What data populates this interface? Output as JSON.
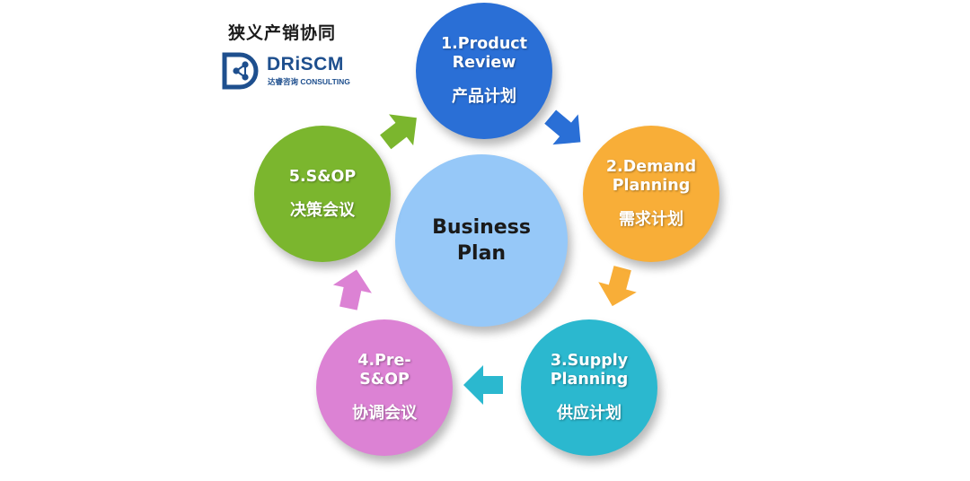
{
  "title": "狭义产销协同",
  "logo": {
    "word": "DRiSCM",
    "sub": "达睿咨询 CONSULTING",
    "color": "#1e4f8e"
  },
  "center": {
    "line1": "Business",
    "line2": "Plan",
    "color": "#96c8f8"
  },
  "steps": [
    {
      "en1": "1.Product",
      "en2": "Review",
      "zh": "产品计划",
      "color": "#2a6fd6"
    },
    {
      "en1": "2.Demand",
      "en2": "Planning",
      "zh": "需求计划",
      "color": "#f8ae38"
    },
    {
      "en1": "3.Supply",
      "en2": "Planning",
      "zh": "供应计划",
      "color": "#2bb8cf"
    },
    {
      "en1": "4.Pre-",
      "en2": "S&OP",
      "zh": "协调会议",
      "color": "#dc82d4"
    },
    {
      "en1": "5.S&OP",
      "en2": "",
      "zh": "决策会议",
      "color": "#7bb62e"
    }
  ],
  "arrows": [
    {
      "from": "step-1",
      "to": "step-2",
      "color": "#2a6fd6"
    },
    {
      "from": "step-2",
      "to": "step-3",
      "color": "#f8ae38"
    },
    {
      "from": "step-3",
      "to": "step-4",
      "color": "#2bb8cf"
    },
    {
      "from": "step-4",
      "to": "step-5",
      "color": "#dc82d4"
    },
    {
      "from": "step-5",
      "to": "step-1",
      "color": "#7bb62e"
    }
  ]
}
